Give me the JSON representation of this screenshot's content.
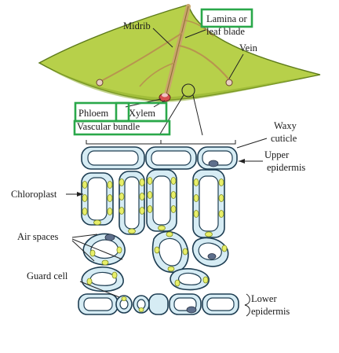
{
  "labels": {
    "midrib": "Midrib",
    "lamina_line1": "Lamina or",
    "lamina_line2": "leaf blade",
    "vein": "Vein",
    "phloem": "Phloem",
    "xylem": "Xylem",
    "vascular_bundle": "Vascular bundle",
    "waxy_line1": "Waxy",
    "waxy_line2": "cuticle",
    "upper_line1": "Upper",
    "upper_line2": "epidermis",
    "chloroplast": "Chloroplast",
    "air_spaces": "Air spaces",
    "guard_cell": "Guard cell",
    "lower_line1": "Lower",
    "lower_line2": "epidermis"
  },
  "colors": {
    "leaf": "#b7d04a",
    "leaf_dark": "#8fae2e",
    "midrib": "#c9a46a",
    "cell_wall": "#d6ecf4",
    "chloroplast": "#e8ef6a",
    "highlight": "#2aa84a"
  }
}
